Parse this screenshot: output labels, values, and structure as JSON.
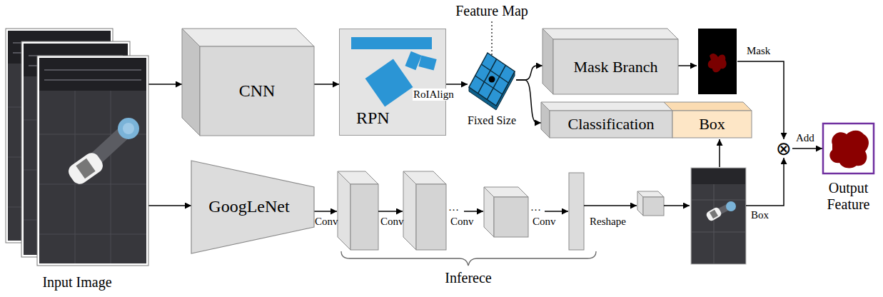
{
  "diagram": {
    "nodes": [
      {
        "text": [
          "Input Image"
        ]
      },
      {
        "text": [
          "CNN"
        ]
      },
      {
        "text": [
          "RPN"
        ]
      },
      {
        "text": [
          "Feature Map",
          "Fixed Size"
        ]
      },
      {
        "text": [
          "Mask Branch"
        ]
      },
      {
        "text": [
          "Classification"
        ]
      },
      {
        "text": [
          "Box"
        ]
      },
      {
        "text": [
          "⊗"
        ]
      },
      {
        "text": [
          "Output Feature"
        ]
      },
      {
        "text": [
          "GoogLeNet"
        ]
      }
    ],
    "edges": [
      {
        "from": 0,
        "to": 1,
        "arrow": "to"
      },
      {
        "from": 0,
        "to": 9,
        "arrow": "to"
      },
      {
        "from": 1,
        "to": 2,
        "arrow": "to"
      },
      {
        "from": 2,
        "to": 3,
        "label": "RoIAlign",
        "arrow": "to"
      },
      {
        "from": 3,
        "to": 4,
        "arrow": "to"
      },
      {
        "from": 3,
        "to": 5,
        "arrow": "to"
      },
      {
        "from": 7,
        "to": 8,
        "label": "Add",
        "arrow": "to"
      }
    ],
    "labels": [
      "Mask",
      "Conv",
      "Conv",
      "…",
      "Conv",
      "…",
      "Conv",
      "Reshape",
      "Box",
      "Inferece"
    ]
  }
}
